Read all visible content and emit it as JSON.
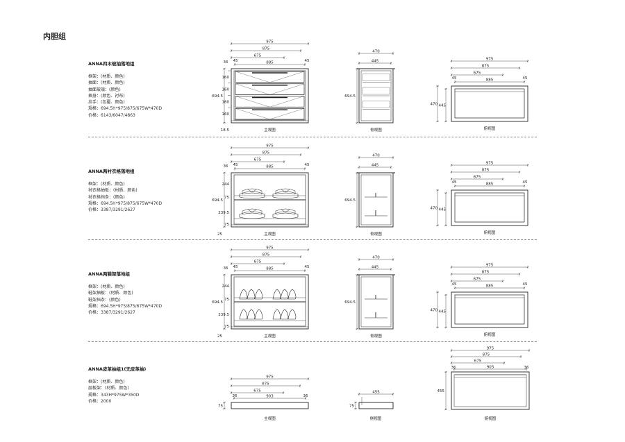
{
  "page_title": "内胆组",
  "view_labels": {
    "front": "主视图",
    "side": "侧视图",
    "top": "俯视图"
  },
  "products": [
    {
      "name": "ANNA四木玻抽落地组",
      "specs": [
        "框架：(材质、颜色)",
        "抽面：(材质、颜色)",
        "抽面玻璃：(颜色)",
        "抽身：(颜色、衬布)",
        "拉手：(包覆、颜色)",
        "规格：694.5H*975/875/675W*470D",
        "价格：6143/6047/4863"
      ],
      "front_widths": [
        "975",
        "875",
        "675",
        "885"
      ],
      "front_side_dims": [
        "36",
        "45",
        "45"
      ],
      "front_heights": [
        "694.5",
        "160",
        "160",
        "160",
        "160",
        "18.5"
      ],
      "side_dims": [
        "470",
        "445",
        "694.5"
      ],
      "top_widths": [
        "975",
        "875",
        "675",
        "885"
      ],
      "top_side_dims": [
        "45",
        "45"
      ],
      "top_depths": [
        "470",
        "445"
      ]
    },
    {
      "name": "ANNA两衬衣格落地组",
      "specs": [
        "框架：(材质、颜色)",
        "衬衣格抽板：(材质、颜色)",
        "衬衣格挡条：(颜色)",
        "规格：694.5H*975/875/675W*470D",
        "价格：3387/3291/2627"
      ],
      "front_widths": [
        "975",
        "875",
        "675",
        "885"
      ],
      "front_side_dims": [
        "36",
        "45",
        "45"
      ],
      "front_heights": [
        "694.5",
        "244",
        "75",
        "239.5",
        "75",
        "25"
      ],
      "side_dims": [
        "470",
        "445",
        "694.5"
      ],
      "top_widths": [
        "975",
        "875",
        "675",
        "885"
      ],
      "top_side_dims": [
        "45",
        "45"
      ],
      "top_depths": [
        "470",
        "445"
      ]
    },
    {
      "name": "ANNA两鞋架落地组",
      "specs": [
        "框架：(材质、颜色)",
        "鞋架抽板：(材质、颜色)",
        "鞋架挡条：(颜色)",
        "规格：694.5H*975/875/675W*470D",
        "价格：3387/3291/2627"
      ],
      "front_widths": [
        "975",
        "875",
        "675",
        "885"
      ],
      "front_side_dims": [
        "36",
        "45",
        "45"
      ],
      "front_heights": [
        "694.5",
        "244",
        "75",
        "239.5",
        "75",
        "25"
      ],
      "side_dims": [
        "470",
        "445",
        "694.5"
      ],
      "top_widths": [
        "975",
        "875",
        "675",
        "885"
      ],
      "top_side_dims": [
        "45",
        "45"
      ],
      "top_depths": [
        "470",
        "445"
      ]
    },
    {
      "name": "ANNA皮革抽组1(无皮革抽)",
      "specs": [
        "框架：(材质、颜色)",
        "层板架：(材质、颜色)",
        "规格：343H*975W*350D",
        "价格：2000"
      ],
      "front_widths": [
        "975",
        "875",
        "675",
        "903"
      ],
      "front_side_dims": [
        "36",
        "36"
      ],
      "front_heights": [
        "75"
      ],
      "side_dims": [
        "455",
        "75"
      ],
      "top_widths": [
        "975",
        "875",
        "675",
        "903"
      ],
      "top_side_dims": [
        "36",
        "36"
      ],
      "top_depths": [
        "455"
      ]
    }
  ]
}
